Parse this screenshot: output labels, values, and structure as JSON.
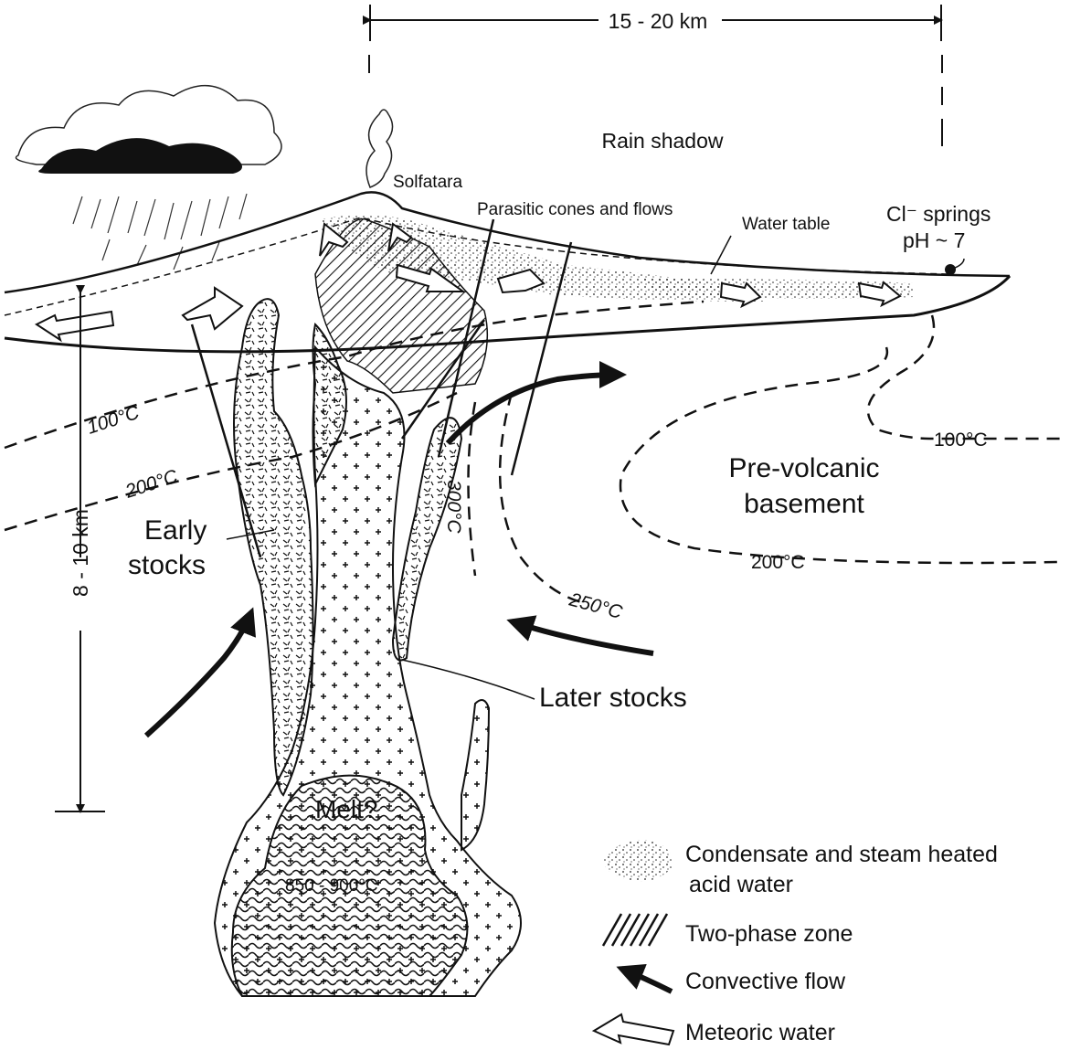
{
  "labels": {
    "width_scale": "15 - 20 km",
    "depth_scale": "8 - 10 km",
    "rain_shadow": "Rain shadow",
    "solfatara": "Solfatara",
    "parasitic": "Parasitic  cones and flows",
    "water_table": "Water table",
    "springs_line1": "Cl⁻ springs",
    "springs_line2": "pH ~ 7",
    "early_stocks_1": "Early",
    "early_stocks_2": "stocks",
    "later_stocks": "Later  stocks",
    "basement_1": "Pre-volcanic",
    "basement_2": "basement",
    "melt": "Melt?",
    "melt_temp": "850 - 900°C"
  },
  "isotherms": {
    "t100_left": "100°C",
    "t200_left": "200°C",
    "t300": "300°C",
    "t250": "250°C",
    "t100_right": "100°C",
    "t200_right": "200°C"
  },
  "legend": {
    "condensate_1": "Condensate  and  steam  heated",
    "condensate_2": "acid  water",
    "two_phase": "Two-phase  zone",
    "convective": "Convective  flow",
    "meteoric": "Meteoric  water"
  }
}
